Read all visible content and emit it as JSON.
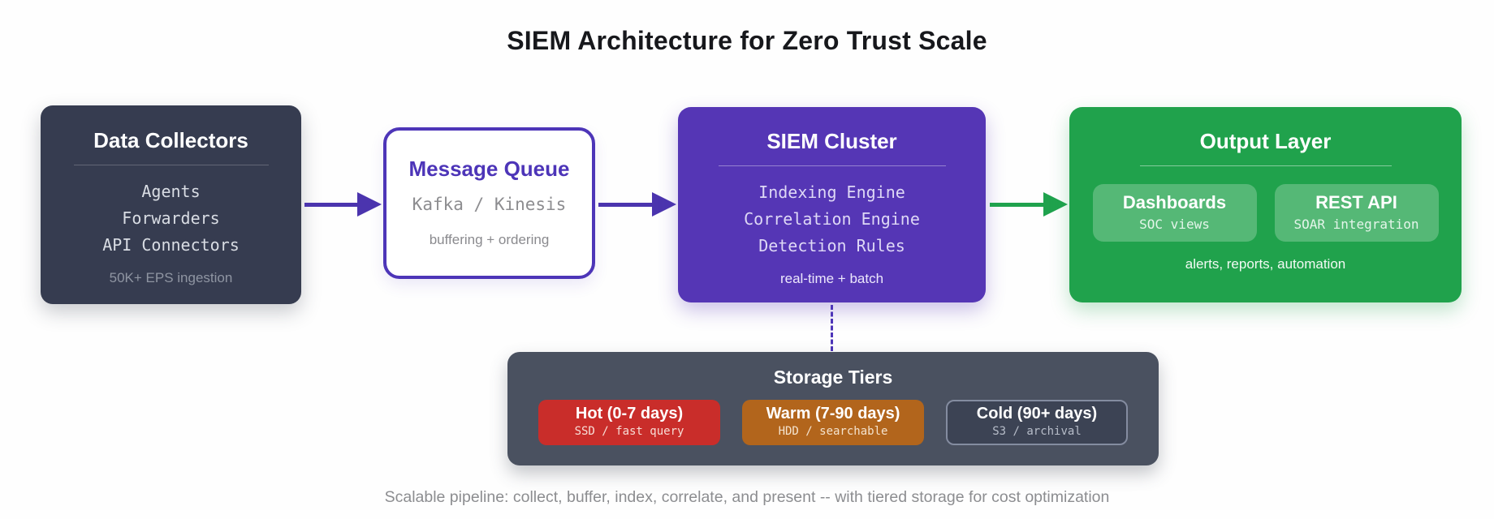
{
  "title": "SIEM Architecture for Zero Trust Scale",
  "caption": "Scalable pipeline: collect, buffer, index, correlate, and present -- with tiered storage for cost optimization",
  "nodes": {
    "data_collectors": {
      "title": "Data Collectors",
      "items": [
        "Agents",
        "Forwarders",
        "API Connectors"
      ],
      "note": "50K+ EPS ingestion"
    },
    "message_queue": {
      "title": "Message Queue",
      "subtitle": "Kafka / Kinesis",
      "note": "buffering + ordering"
    },
    "siem_cluster": {
      "title": "SIEM Cluster",
      "items": [
        "Indexing Engine",
        "Correlation Engine",
        "Detection Rules"
      ],
      "note": "real-time + batch"
    },
    "output_layer": {
      "title": "Output Layer",
      "chips": [
        {
          "label": "Dashboards",
          "sub": "SOC views"
        },
        {
          "label": "REST API",
          "sub": "SOAR integration"
        }
      ],
      "note": "alerts, reports, automation"
    },
    "storage_tiers": {
      "title": "Storage Tiers",
      "tiers": [
        {
          "label": "Hot (0-7 days)",
          "sub": "SSD / fast query",
          "color": "#c92d2a"
        },
        {
          "label": "Warm (7-90 days)",
          "sub": "HDD / searchable",
          "color": "#b2651c"
        },
        {
          "label": "Cold (90+ days)",
          "sub": "S3 / archival",
          "color": "#3c4354"
        }
      ]
    }
  },
  "colors": {
    "dark_node": "#363c50",
    "purple": "#4d35b8",
    "purple_fill": "#5536b5",
    "green": "#20a24c",
    "storage_gray": "#4a5160",
    "arrow_purple": "#4b34ae",
    "arrow_green": "#1fa24d"
  }
}
